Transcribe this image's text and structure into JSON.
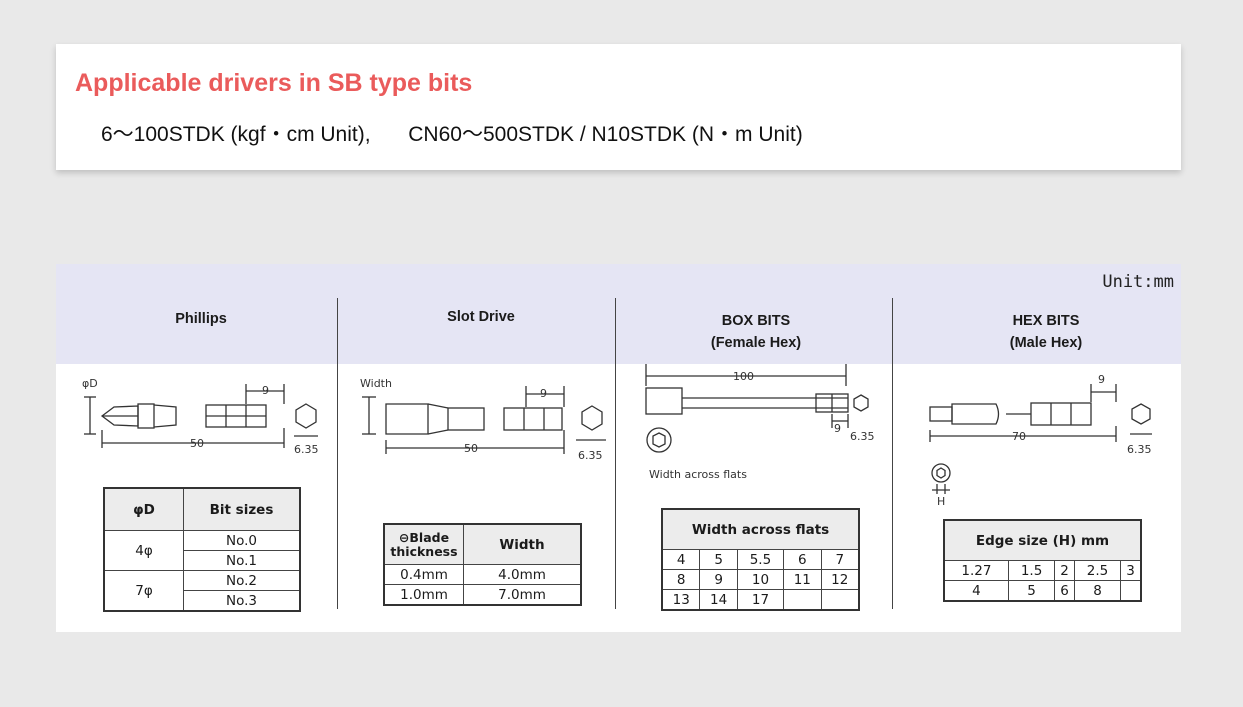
{
  "card": {
    "title": "Applicable drivers in SB type bits",
    "sub_part1": "6～100STDK (kgf・cm Unit),",
    "sub_part2": "CN60～500STDK / N10STDK (N・m Unit)"
  },
  "spec": {
    "unit": "Unit:mm",
    "phillips": {
      "title": "Phillips",
      "dim_label_d": "φD",
      "dim_9": "9",
      "dim_50": "50",
      "dim_635": "6.35",
      "table": {
        "headers": [
          "φD",
          "Bit sizes"
        ],
        "rows": [
          {
            "d": "4φ",
            "sizes": [
              "No.0",
              "No.1"
            ]
          },
          {
            "d": "7φ",
            "sizes": [
              "No.2",
              "No.3"
            ]
          }
        ]
      }
    },
    "slot": {
      "title": "Slot Drive",
      "dim_label_width": "Width",
      "dim_9": "9",
      "dim_50": "50",
      "dim_635": "6.35",
      "table": {
        "headers": [
          "⊖Blade thickness",
          "Width"
        ],
        "rows": [
          [
            "0.4mm",
            "4.0mm"
          ],
          [
            "1.0mm",
            "7.0mm"
          ]
        ]
      }
    },
    "box": {
      "title_line1": "BOX BITS",
      "title_line2": "(Female Hex)",
      "dim_100": "100",
      "dim_9": "9",
      "dim_635": "6.35",
      "width_across_flats_label": "Width across flats",
      "table": {
        "header": "Width across flats",
        "rows": [
          [
            "4",
            "5",
            "5.5",
            "6",
            "7"
          ],
          [
            "8",
            "9",
            "10",
            "11",
            "12"
          ],
          [
            "13",
            "14",
            "17",
            "",
            ""
          ]
        ]
      }
    },
    "hex": {
      "title_line1": "HEX BITS",
      "title_line2": "(Male Hex)",
      "dim_9": "9",
      "dim_70": "70",
      "dim_635": "6.35",
      "dim_h": "H",
      "table": {
        "header": "Edge size (H) mm",
        "rows": [
          [
            "1.27",
            "1.5",
            "2",
            "2.5",
            "3"
          ],
          [
            "4",
            "5",
            "6",
            "8",
            ""
          ]
        ]
      }
    }
  }
}
